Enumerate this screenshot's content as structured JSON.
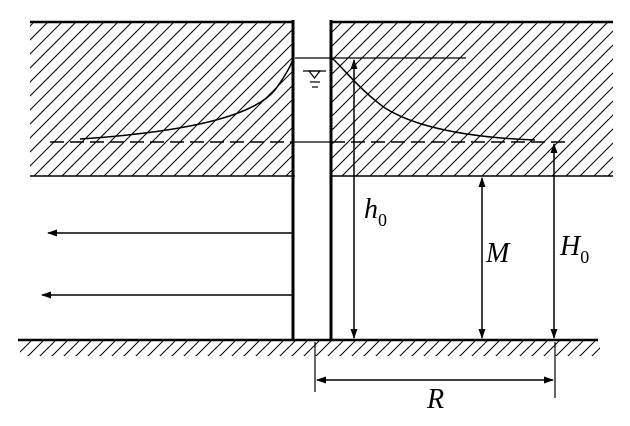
{
  "labels": {
    "h0": {
      "main": "h",
      "sub": "0"
    },
    "M": {
      "main": "M"
    },
    "H0": {
      "main": "H",
      "sub": "0"
    },
    "R": {
      "main": "R"
    }
  },
  "colors": {
    "line": "#000000",
    "background": "#ffffff"
  },
  "icons": {
    "water_level": "water-level-symbol",
    "flow_arrow": "left-arrow"
  }
}
